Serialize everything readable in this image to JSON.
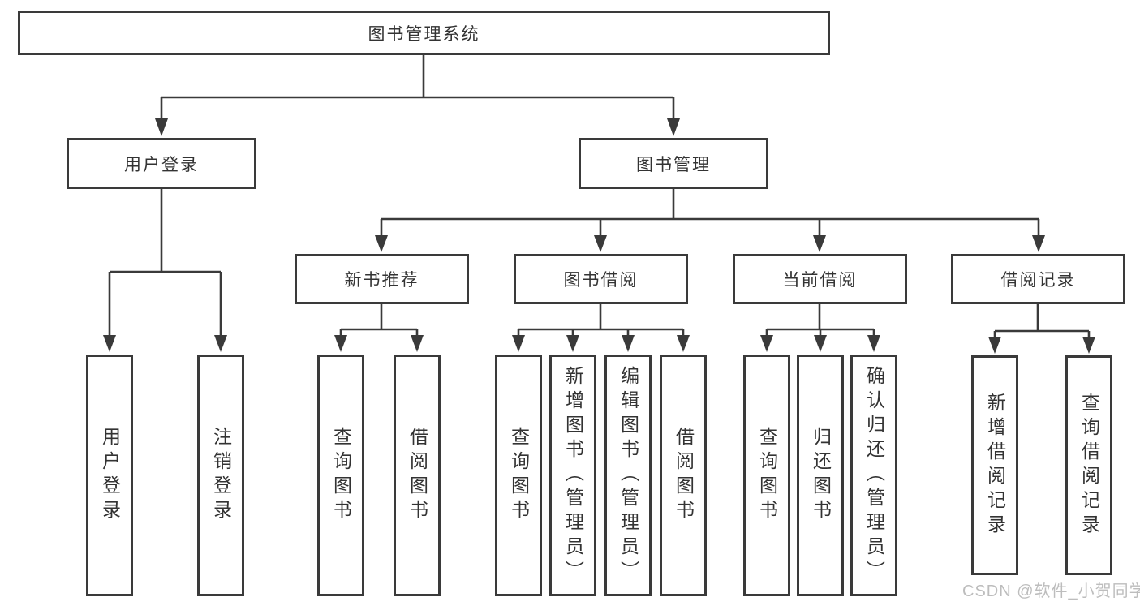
{
  "tree": {
    "root": {
      "label": "图书管理系统"
    },
    "login": {
      "label": "用户登录",
      "children": [
        {
          "label": "用户登录"
        },
        {
          "label": "注销登录"
        }
      ]
    },
    "management": {
      "label": "图书管理",
      "groups": [
        {
          "label": "新书推荐",
          "children": [
            {
              "label": "查询图书"
            },
            {
              "label": "借阅图书"
            }
          ]
        },
        {
          "label": "图书借阅",
          "children": [
            {
              "label": "查询图书"
            },
            {
              "label": "新增图书（管理员）"
            },
            {
              "label": "编辑图书（管理员）"
            },
            {
              "label": "借阅图书"
            }
          ]
        },
        {
          "label": "当前借阅",
          "children": [
            {
              "label": "查询图书"
            },
            {
              "label": "归还图书"
            },
            {
              "label": "确认归还（管理员）"
            }
          ]
        },
        {
          "label": "借阅记录",
          "children": [
            {
              "label": "新增借阅记录"
            },
            {
              "label": "查询借阅记录"
            }
          ]
        }
      ]
    }
  },
  "colors": {
    "line": "#3a3a3a",
    "text": "#333333",
    "watermark": "#bdbdbd",
    "background": "#ffffff"
  },
  "watermark": "CSDN @软件_小贺同学"
}
